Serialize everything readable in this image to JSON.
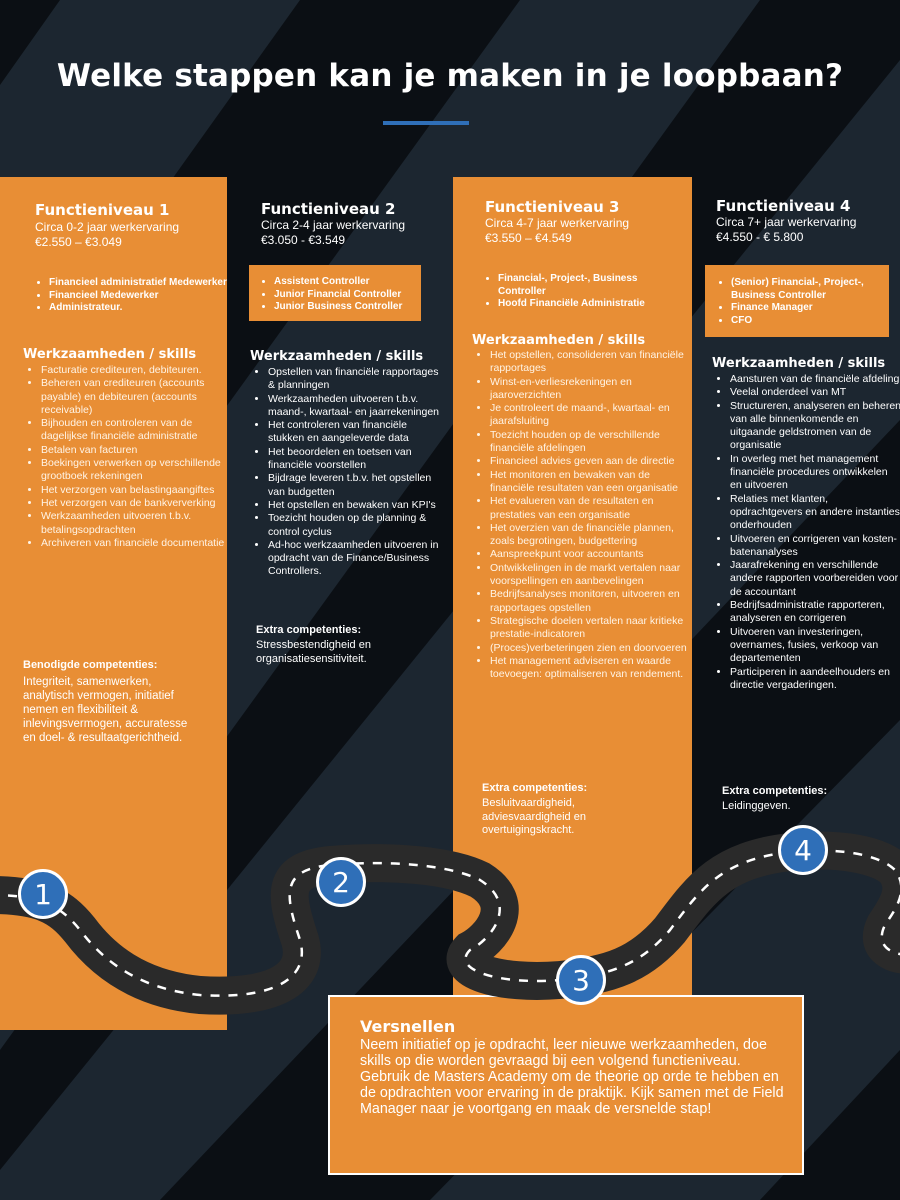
{
  "page": {
    "title": "Welke stappen kan je maken in je loopbaan?",
    "accent_color": "#e88e35",
    "highlight_color": "#2f6fb8"
  },
  "levels": [
    {
      "title": "Functieniveau 1",
      "experience": "Circa 0-2 jaar werkervaring",
      "salary": "€2.550 – €3.049",
      "roles": [
        "Financieel administratief Medewerker",
        "Financieel Medewerker",
        "Administrateur."
      ],
      "skills_heading": "Werkzaamheden / skills",
      "skills": [
        "Facturatie crediteuren, debiteuren.",
        "Beheren van crediteuren (accounts payable) en debiteuren (accounts receivable)",
        "Bijhouden en controleren van de dagelijkse financiële administratie",
        "Betalen van facturen",
        "Boekingen verwerken op verschillende grootboek rekeningen",
        "Het verzorgen van belastingaangiftes",
        "Het verzorgen van de bankververking",
        "Werkzaamheden uitvoeren t.b.v. betalingsopdrachten",
        "Archiveren van financiële documentatie"
      ],
      "extra_heading": "Benodigde competenties:",
      "extra_text": "Integriteit, samenwerken, analytisch vermogen, initiatief nemen en flexibiliteit & inlevingsvermogen, accuratesse en doel- & resultaatgerichtheid."
    },
    {
      "title": "Functieniveau 2",
      "experience": "Circa 2-4 jaar werkervaring",
      "salary": "€3.050 - €3.549",
      "roles": [
        "Assistent Controller",
        "Junior Financial Controller",
        "Junior Business Controller"
      ],
      "skills_heading": "Werkzaamheden / skills",
      "skills": [
        "Opstellen van financiële rapportages & planningen",
        "Werkzaamheden uitvoeren t.b.v. maand-, kwartaal- en jaarrekeningen",
        "Het controleren van financiële stukken en aangeleverde data",
        "Het beoordelen en toetsen van financiële voorstellen",
        "Bijdrage leveren t.b.v. het opstellen van budgetten",
        "Het opstellen en bewaken van KPI's",
        "Toezicht houden op de planning & control cyclus",
        "Ad-hoc werkzaamheden uitvoeren in opdracht van de Finance/Business Controllers."
      ],
      "extra_heading": "Extra competenties:",
      "extra_text": "Stressbestendigheid en organisatiesensitiviteit."
    },
    {
      "title": "Functieniveau 3",
      "experience": "Circa 4-7 jaar werkervaring",
      "salary": "€3.550 – €4.549",
      "roles": [
        "Financial-, Project-, Business Controller",
        "Hoofd Financiële Administratie"
      ],
      "skills_heading": "Werkzaamheden / skills",
      "skills": [
        "Het opstellen, consolideren van financiële rapportages",
        "Winst-en-verliesrekeningen en jaaroverzichten",
        "Je controleert de maand-, kwartaal- en jaarafsluiting",
        "Toezicht houden op de verschillende financiële afdelingen",
        "Financieel advies geven aan de directie",
        "Het monitoren en bewaken van de financiële resultaten van een organisatie",
        "Het evalueren van de resultaten en prestaties van een organisatie",
        "Het overzien van de financiële plannen, zoals begrotingen, budgettering",
        "Aanspreekpunt voor accountants",
        "Ontwikkelingen in de markt vertalen naar voorspellingen en aanbevelingen",
        "Bedrijfsanalyses monitoren, uitvoeren en rapportages opstellen",
        "Strategische doelen vertalen naar kritieke prestatie-indicatoren",
        "(Proces)verbeteringen zien en doorvoeren",
        "Het management adviseren en waarde toevoegen: optimaliseren van rendement."
      ],
      "extra_heading": "Extra competenties:",
      "extra_text": "Besluitvaardigheid, adviesvaardigheid en overtuigingskracht."
    },
    {
      "title": "Functieniveau 4",
      "experience": "Circa 7+ jaar werkervaring",
      "salary": "€4.550 - € 5.800",
      "roles": [
        "(Senior) Financial-, Project-, Business Controller",
        "Finance Manager",
        "CFO"
      ],
      "skills_heading": "Werkzaamheden / skills",
      "skills": [
        "Aansturen van de financiële afdeling",
        "Veelal onderdeel van MT",
        "Structureren, analyseren en beheren van alle binnenkomende en uitgaande geldstromen van de organisatie",
        "In overleg met het management financiële procedures ontwikkelen en uitvoeren",
        "Relaties met klanten, opdrachtgevers en andere instanties onderhouden",
        "Uitvoeren en corrigeren van kosten-batenanalyses",
        "Jaarafrekening en verschillende andere rapporten voorbereiden voor de accountant",
        "Bedrijfsadministratie rapporteren, analyseren en corrigeren",
        "Uitvoeren van investeringen, overnames, fusies, verkoop van departementen",
        "Participeren in aandeelhouders en directie vergaderingen."
      ],
      "extra_heading": "Extra competenties:",
      "extra_text": "Leidinggeven."
    }
  ],
  "steps": [
    "1",
    "2",
    "3",
    "4"
  ],
  "versnellen": {
    "title": "Versnellen",
    "text": "Neem initiatief op je opdracht, leer nieuwe werkzaamheden, doe skills op die worden gevraagd bij een volgend functieniveau. Gebruik de Masters Academy om de theorie op orde te hebben en de opdrachten voor ervaring in de praktijk. Kijk samen met de Field Manager naar je voortgang en maak de versnelde stap!"
  }
}
